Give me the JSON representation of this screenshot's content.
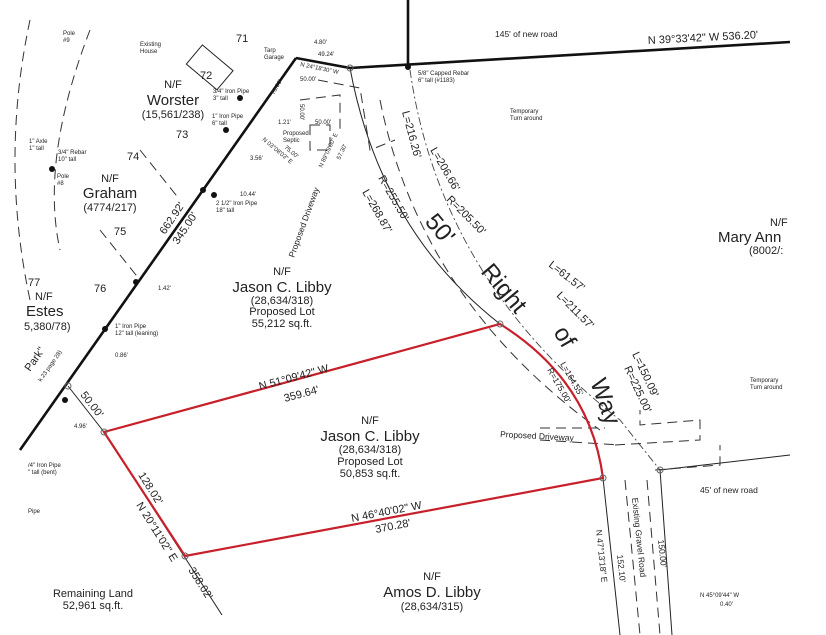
{
  "colors": {
    "lot_line": "#c8202a",
    "line": "#111111",
    "background": "#ffffff"
  },
  "parcels": {
    "worster": {
      "nf": "N/F",
      "name": "Worster",
      "ref": "(15,561/238)"
    },
    "graham": {
      "nf": "N/F",
      "name": "Graham",
      "ref": "(4774/217)"
    },
    "estes": {
      "nf": "N/F",
      "name": "Estes",
      "ref": "5,380/78)"
    },
    "libby_north": {
      "nf": "N/F",
      "name": "Jason C. Libby",
      "ref": "(28,634/318)",
      "note": "Proposed Lot",
      "area": "55,212 sq.ft."
    },
    "libby_lot": {
      "nf": "N/F",
      "name": "Jason C. Libby",
      "ref": "(28,634/318)",
      "note": "Proposed Lot",
      "area": "50,853 sq.ft."
    },
    "amos": {
      "nf": "N/F",
      "name": "Amos D. Libby",
      "ref": "(28,634/315)"
    },
    "mary": {
      "nf": "N/F",
      "name": "Mary Ann",
      "ref": "(8002/:"
    },
    "remaining": {
      "label": "Remaining Land",
      "area": "52,961 sq.ft."
    }
  },
  "lot_numbers": [
    "71",
    "72",
    "73",
    "74",
    "75",
    "76",
    "77"
  ],
  "bearings": {
    "north_road": "N 39°33'42\" W   536.20'",
    "lot_north": "N 51°09'42\" W",
    "lot_north_len": "359.64'",
    "lot_south": "N 46°40'02\" W",
    "lot_south_len": "370.28'",
    "lot_west_len": "128.02'",
    "west_line": "N 20°11'02\" E",
    "west_total": "358.02'",
    "nw_line_a": "662.92'",
    "nw_line_b": "345.00'",
    "frontage_50": "50.00'",
    "east_line": "N 47°13'18\" E",
    "east_len": "152.10'",
    "gravel_len": "150.00'",
    "tie": "N 45°09'44\" W",
    "tie_len": "0.40'",
    "top_a": "N 24°18'30\" W",
    "top_b": "49.24'",
    "top_c": "4.80'",
    "top_d": "70.00'",
    "septic_a": "50.00'",
    "septic_b": "50.00'",
    "septic_c": "50.00'",
    "septic_d": "N 03°08'03\" E",
    "septic_e": "75.00'",
    "drive_a": "N 89°09'00\" E",
    "drive_b": "57.30'",
    "off_1": "1.21'",
    "off_2": "3.56'",
    "off_3": "10.44'",
    "off_4": "1.42'",
    "off_5": "0.86'",
    "off_6": "4.96'"
  },
  "curves": {
    "c1": "L=216.26'",
    "c2": "R=255.50'",
    "c3": "L=268.87'",
    "c4": "L=206.66'",
    "c5": "R=205.50'",
    "c6": "L=61.57'",
    "c7": "L=211.57'",
    "c8": "L=150.09'",
    "c9": "R=225.00'",
    "c10": "L=164.55'",
    "c11": "R=175.00'"
  },
  "row": {
    "w1": "50'",
    "w2": "Right",
    "w3": "of",
    "w4": "Way"
  },
  "notes": {
    "new_road_145": "145' of new road",
    "new_road_45": "45' of new road",
    "capped_rebar": "5/8\" Capped Rebar",
    "capped_rebar2": "6\" tall (#1183)",
    "turn1a": "Temporary",
    "turn1b": "Turn around",
    "turn2a": "Temporary",
    "turn2b": "Turn around",
    "existing_house1": "Existing",
    "existing_house2": "House",
    "garage1": "Tarp",
    "garage2": "Garage",
    "pipe1a": "3/4\" Iron Pipe",
    "pipe1b": "3\" tall",
    "pipe2a": "1\" Iron Pipe",
    "pipe2b": "6\" tall",
    "pipe3a": "2 1/2\" Iron Pipe",
    "pipe3b": "18\" tall",
    "pipe4a": "1\" Iron Pipe",
    "pipe4b": "12\" tall (leaning)",
    "pipe5a": "/4\" Iron Pipe",
    "pipe5b": "\" tall (bent)",
    "pipe6": "Pipe",
    "rebar1": "3/4\" Rebar",
    "rebar2": "10\" tall",
    "axle1": "1\" Axle",
    "axle2": "1\" tall",
    "pole9a": "Pole",
    "pole9b": "#9",
    "pole8a": "Pole",
    "pole8b": "#8",
    "septic1": "Proposed",
    "septic2": "Septic",
    "prop_drive": "Proposed Driveway",
    "prop_drive2": "Proposed Driveway",
    "gravel": "Existing Gravel Road",
    "park": "Park\"",
    "park_ref": "k 23 page 28)"
  }
}
